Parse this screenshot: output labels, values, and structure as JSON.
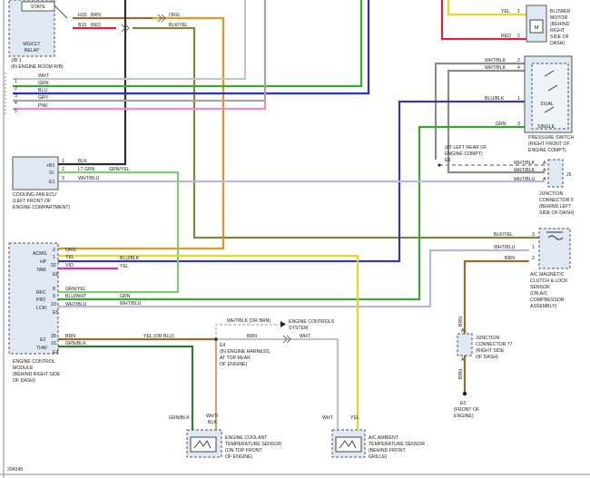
{
  "colors": {
    "BLK": "#2d2d2d",
    "BRN": "#9a6b2f",
    "ORG": "#e8951f",
    "RED": "#e0203a",
    "GRN": "#3aa82e",
    "BLU": "#2d2ad8",
    "GRY": "#a5a5a5",
    "PNK": "#f08ac8",
    "WHT": "#c4c4c4",
    "YEL": "#e1dc1a",
    "VIO": "#d22ae0",
    "LTGRN": "#7dce6d",
    "GRNYEL": "#76c43a",
    "BLKYEL": "#86833a",
    "BLUBLK": "#3536b8",
    "BLUWHT": "#6b6cd8",
    "WHTBLU": "#b8b8de",
    "WHTBLK": "#8c8c8c",
    "GRNBLK": "#2b7d2b",
    "box_fill": "#dfe9f3"
  },
  "relay": {
    "title": "MG/CLT",
    "subtitle": "RELAY",
    "state": "STATE",
    "pin_a": "H10",
    "pin_b": "B10"
  },
  "jb": {
    "name": "J/B 1",
    "location": "(IN ENGINE ROOM R/B)"
  },
  "jb_pins": [
    "1",
    "2",
    "3",
    "4",
    "5"
  ],
  "top_wires": {
    "brn": "BRN",
    "red": "RED",
    "org": "ORG",
    "blkyel": "BLK/YEL"
  },
  "jb_wires": [
    {
      "label": "WHT",
      "num": "1"
    },
    {
      "label": "GRN",
      "num": "2"
    },
    {
      "label": "BLU",
      "num": "3"
    },
    {
      "label": "GRY",
      "num": "4"
    },
    {
      "label": "PNK",
      "num": "5"
    }
  ],
  "fan_ecu": {
    "label_lines": [
      "COOLING FAN ECU",
      "(LEFT FRONT OF",
      "ENGINE COMPARTMENT)"
    ],
    "pins": [
      {
        "name": "+B1",
        "num": "1",
        "wire": "BLK"
      },
      {
        "name": "SI",
        "num": "2",
        "wire": "LT GRN"
      },
      {
        "name": "E1",
        "num": "3",
        "wire": "WHT/BLU"
      }
    ],
    "grn_yel": "GRN/YEL"
  },
  "ecm": {
    "label_lines": [
      "ENGINE CONTROL",
      "MODULE",
      "(BEHIND RIGHT SIDE",
      "OF DASH)"
    ],
    "pins": [
      {
        "name": "ACMG",
        "num": "2",
        "wire": "ORG"
      },
      {
        "name": "HP",
        "num": "1",
        "wire": "YEL"
      },
      {
        "name": "TAM",
        "num": "32",
        "wire": "VIO"
      },
      {
        "name": "",
        "num": "",
        "wire": "E6"
      },
      {
        "name": "RFC",
        "num": "8",
        "wire": "GRN/YEL"
      },
      {
        "name": "PR2",
        "num": "9",
        "wire": "BLU/WHT"
      },
      {
        "name": "LCKI",
        "num": "23",
        "wire": "WHT/BLU"
      },
      {
        "name": "",
        "num": "",
        "wire": "E5"
      },
      {
        "name": "E2",
        "num": "28",
        "wire": "BRN"
      },
      {
        "name": "THW",
        "num": "15",
        "wire": "GRN/BLK"
      },
      {
        "name": "",
        "num": "",
        "wire": "E4"
      }
    ],
    "mid_labels": {
      "blublk": "BLU/BLK",
      "yel": "YEL",
      "grn": "GRN",
      "whtblu": "WHT/BLU",
      "yel_or_blu": "YEL   (OR BLU)"
    }
  },
  "blower": {
    "label_lines": [
      "BLOWER",
      "MOTOR",
      "(BEHIND",
      "RIGHT",
      "SIDE OF",
      "DASH)"
    ],
    "pin1": "1",
    "pin2": "2",
    "yel": "YEL",
    "red": "RED",
    "icon": "M"
  },
  "pressure_switch": {
    "label_lines": [
      "PRESSURE SWITCH",
      "(RIGHT FRONT OF",
      "ENGINE COMPT)"
    ],
    "dual": "DUAL",
    "single": "SINGLE",
    "pins": [
      "2",
      "4",
      "1",
      "3"
    ],
    "wires": [
      "WHT/BLK",
      "WHT/BLK",
      "BLU/BLK",
      "GRN"
    ]
  },
  "jc5": {
    "label_lines": [
      "JUNCTION",
      "CONNECTOR 5",
      "(BEHIND LEFT",
      "SIDE OF DASH)"
    ],
    "wires": [
      "WHT/BLK",
      "WHT/BLK",
      "WHT/BLU"
    ],
    "pins": [
      "A",
      "A",
      "A"
    ],
    "tag": "J5",
    "note_lines": [
      "(AT LEFT REAR OF",
      "ENGINE COMPT)",
      "E6"
    ]
  },
  "clutch": {
    "label_lines": [
      "A/C MAGNETIC",
      "CLUTCH & LOCK",
      "SENSOR",
      "(ON A/C",
      "COMPRESSOR",
      "ASSEMBLY)"
    ],
    "pins": [
      "3",
      "1",
      "2"
    ],
    "wires": [
      "BLK/YEL",
      "WHT/BLU",
      "BRN"
    ]
  },
  "jc77": {
    "label_lines": [
      "JUNCTION",
      "CONNECTOR 77",
      "(RIGHT SIDE",
      "OF DASH)"
    ],
    "brn": "BRN",
    "pin_a": "A",
    "pin_b": "A",
    "brn2": "BRN"
  },
  "ground_e0": {
    "label_lines": [
      "E0",
      "(FRONT OF",
      "ENGINE)"
    ]
  },
  "sensor_bus": {
    "top_label": "WHT/BLK  (OR BRN)",
    "arrow_lines": [
      "ENGINE CONTROLS",
      "SYSTEM"
    ],
    "brn": "BRN",
    "wht": "WHT",
    "e4_lines": [
      "E4",
      "(IN ENGINE HARNESS,",
      "AT TOP REAR",
      "OF ENGINE)"
    ]
  },
  "coolant_sensor": {
    "label_lines": [
      "ENGINE COOLANT",
      "TEMPERATURE SENSOR",
      "(ON TOP FRONT",
      "OF ENGINE)"
    ],
    "wire_a": "GRN/BLK",
    "wire_b_lines": [
      "WHT/",
      "BLK"
    ]
  },
  "ambient_sensor": {
    "label_lines": [
      "A/C AMBIENT",
      "TEMPERATURE SENSOR",
      "(BEHIND FRONT",
      "GRILLE)"
    ],
    "wire_a": "WHT",
    "wire_b": "YEL"
  },
  "figure_id": "204245"
}
